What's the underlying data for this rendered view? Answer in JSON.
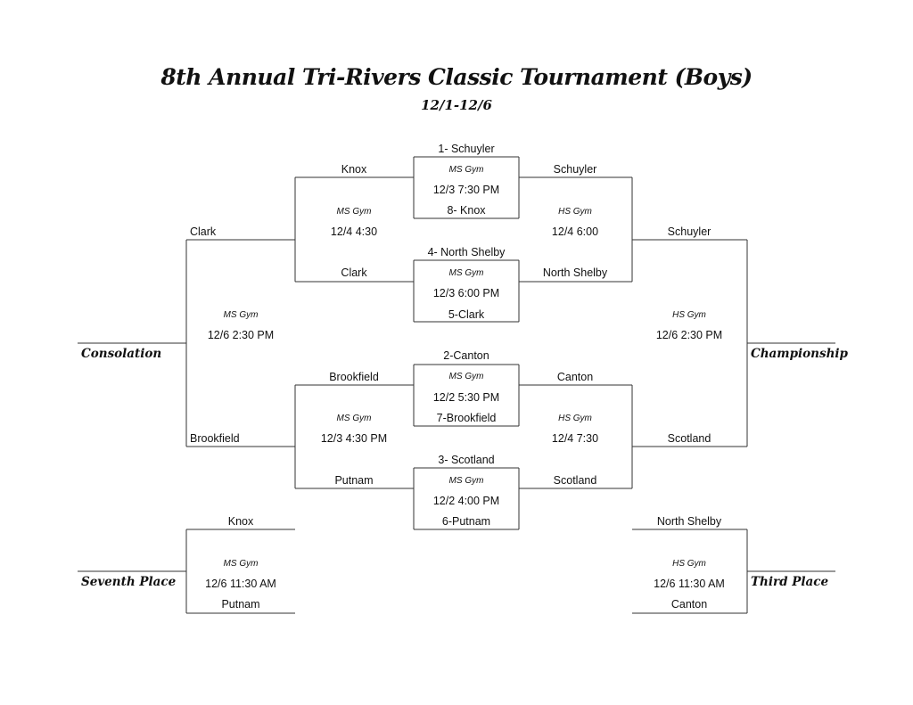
{
  "title": "8th Annual Tri-Rivers Classic Tournament (Boys)",
  "subtitle": "12/1-12/6",
  "bracket": {
    "q1": {
      "top": "1- Schuyler",
      "gym": "MS Gym",
      "time": "12/3 7:30 PM",
      "bottom": "8- Knox"
    },
    "q2": {
      "top": "4- North Shelby",
      "gym": "MS Gym",
      "time": "12/3 6:00 PM",
      "bottom": "5-Clark"
    },
    "q3": {
      "top": "2-Canton",
      "gym": "MS Gym",
      "time": "12/2 5:30 PM",
      "bottom": "7-Brookfield"
    },
    "q4": {
      "top": "3- Scotland",
      "gym": "MS Gym",
      "time": "12/2 4:00 PM",
      "bottom": "6-Putnam"
    },
    "cons_semi1": {
      "top": "Knox",
      "gym": "MS Gym",
      "time": "12/4 4:30",
      "bottom": "Clark"
    },
    "cons_semi2": {
      "top": "Brookfield",
      "gym": "MS Gym",
      "time": "12/3 4:30 PM",
      "bottom": "Putnam"
    },
    "champ_semi1": {
      "top": "Schuyler",
      "gym": "HS Gym",
      "time": "12/4 6:00",
      "bottom": "North Shelby"
    },
    "champ_semi2": {
      "top": "Canton",
      "gym": "HS Gym",
      "time": "12/4 7:30",
      "bottom": "Scotland"
    },
    "consolation": {
      "label": "Consolation",
      "top": "Clark",
      "gym": "MS Gym",
      "time": "12/6 2:30 PM",
      "bottom": "Brookfield"
    },
    "championship": {
      "label": "Championship",
      "top": "Schuyler",
      "gym": "HS Gym",
      "time": "12/6 2:30 PM",
      "bottom": "Scotland"
    },
    "seventh": {
      "label": "Seventh Place",
      "top": "Knox",
      "gym": "MS Gym",
      "time": "12/6 11:30 AM",
      "bottom": "Putnam"
    },
    "third": {
      "label": "Third Place",
      "top": "North Shelby",
      "gym": "HS Gym",
      "time": "12/6 11:30 AM",
      "bottom": "Canton"
    }
  }
}
